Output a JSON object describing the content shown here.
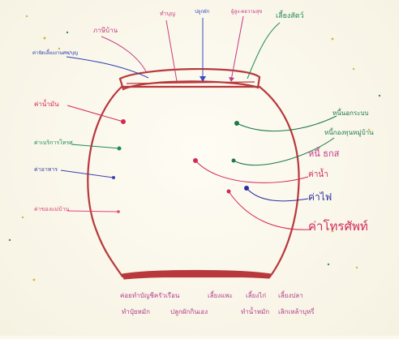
{
  "diagram": {
    "outer_left_labels": [
      {
        "id": "l1",
        "text": "ค่าน้ำมัน",
        "color": "#d2285a"
      },
      {
        "id": "l2",
        "text": "ค่าเบริการโทรศ",
        "color": "#1f8a5b"
      },
      {
        "id": "l3",
        "text": "ค่าอาหาร",
        "color": "#3d3fa8"
      },
      {
        "id": "l4",
        "text": "ค่าของแม่บ้าน",
        "color": "#e0457a"
      }
    ],
    "top_labels": [
      {
        "id": "t1",
        "text": "ภาษีบ้าน",
        "color": "#c24082"
      },
      {
        "id": "t2",
        "text": "ค่าจัดเลี้ยงงานศพ/บุญ",
        "color": "#2b3fb0"
      },
      {
        "id": "t3",
        "text": "ทำบุญ",
        "color": "#c8407d"
      },
      {
        "id": "t4",
        "text": "ปลูกผัก",
        "color": "#3b4cc0"
      },
      {
        "id": "t5",
        "text": "ผู้สูง-คอวามสุข",
        "color": "#c23a8a"
      },
      {
        "id": "t6",
        "text": "เลี้ยงสัตว์",
        "color": "#1e8a4c"
      }
    ],
    "right_labels": [
      {
        "id": "r1",
        "text": "หนี้นอกระบบ",
        "color": "#1b7a45"
      },
      {
        "id": "r2",
        "text": "หนี้กองทุนหมู่บ้าน",
        "color": "#1b7a45"
      },
      {
        "id": "r3",
        "text": "หนี้ ธกส",
        "color": "#c23a8a"
      },
      {
        "id": "r4",
        "text": "ค่าน้ำ",
        "color": "#d2285a"
      },
      {
        "id": "r5",
        "text": "ค่าไฟ",
        "color": "#2b2fa0"
      },
      {
        "id": "r6",
        "text": "ค่าโทรศัพท์",
        "color": "#d2285a"
      }
    ],
    "bottom_text": {
      "line1": [
        "ค่อยทำบัญชีครัวเรือน",
        "เลี้ยงแพะ",
        "เลี้ยงไก่",
        "เลี้ยงปลา"
      ],
      "line2": [
        "ทำปุ๋ยหมัก",
        "ปลูกผักกินเอง",
        "ทำน้ำหมัก",
        "เลิกเหล้าบุหรี่"
      ]
    },
    "colors": {
      "pot_stroke": "#b8383c",
      "paper": "#fbf8ee",
      "pink": "#c23a8a",
      "green": "#1b7a45",
      "blue": "#2b2fa0",
      "red": "#d2285a"
    }
  }
}
